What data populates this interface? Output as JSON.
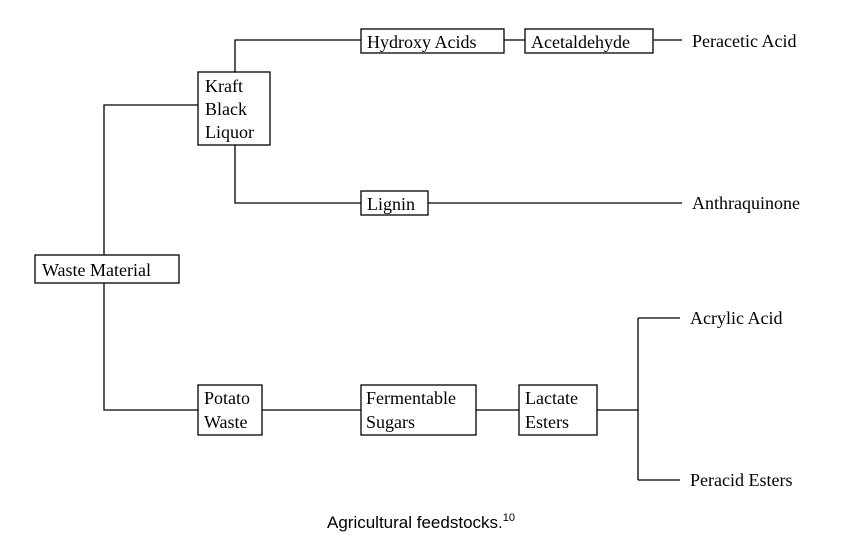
{
  "nodes": {
    "waste_material": [
      "Waste Material"
    ],
    "kraft_black_liquor": [
      "Kraft",
      "Black",
      "Liquor"
    ],
    "potato_waste": [
      "Potato",
      "Waste"
    ],
    "hydroxy_acids": [
      "Hydroxy Acids"
    ],
    "acetaldehyde": [
      "Acetaldehyde"
    ],
    "peracetic_acid": [
      "Peracetic Acid"
    ],
    "lignin": [
      "Lignin"
    ],
    "anthraquinone": [
      "Anthraquinone"
    ],
    "fermentable_sugars": [
      "Fermentable",
      "Sugars"
    ],
    "lactate_esters": [
      "Lactate",
      "Esters"
    ],
    "acrylic_acid": [
      "Acrylic Acid"
    ],
    "peracid_esters": [
      "Peracid Esters"
    ]
  },
  "caption": {
    "text": "Agricultural feedstocks.",
    "ref": "10"
  },
  "colors": {
    "line": "#000000",
    "background": "#ffffff"
  }
}
